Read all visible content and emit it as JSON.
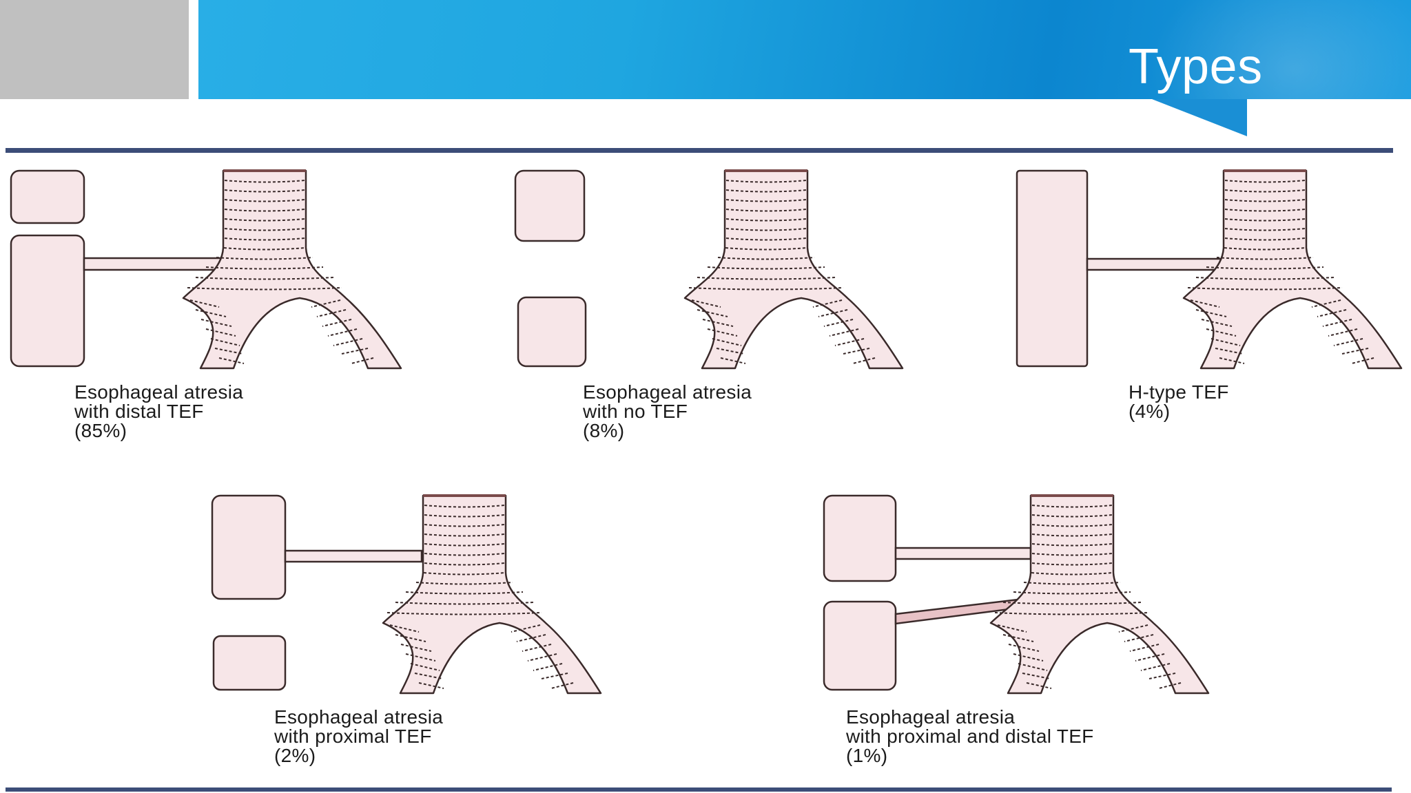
{
  "slide": {
    "title": "Types",
    "colors": {
      "banner": "#1fa6e0",
      "rule": "#3c4d78",
      "tissue": "#f7e6e8",
      "outline": "#3a2a2a"
    }
  },
  "types": [
    {
      "line1": "Esophageal atresia",
      "line2": "with distal TEF",
      "percent": "(85%)"
    },
    {
      "line1": "Esophageal atresia",
      "line2": "with no TEF",
      "percent": "(8%)"
    },
    {
      "line1": "H-type TEF",
      "line2": "",
      "percent": "(4%)"
    },
    {
      "line1": "Esophageal atresia",
      "line2": "with proximal TEF",
      "percent": "(2%)"
    },
    {
      "line1": "Esophageal atresia",
      "line2": "with proximal and distal TEF",
      "percent": "(1%)"
    }
  ]
}
